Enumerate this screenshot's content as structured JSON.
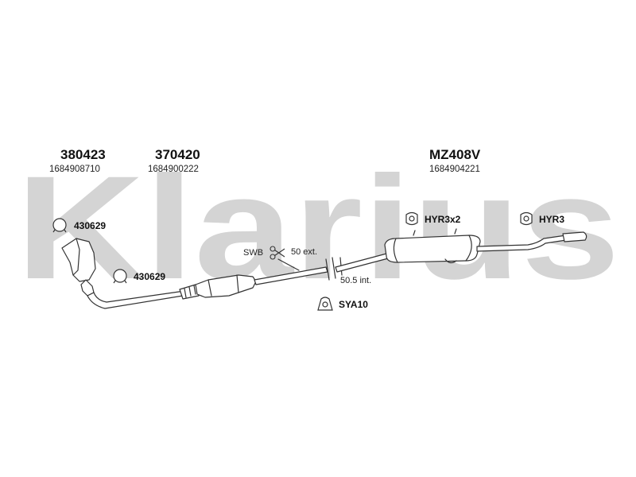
{
  "watermark": {
    "text": "Klarius",
    "color": "#d4d4d4"
  },
  "parts": [
    {
      "number": "380423",
      "oe": "1684908710"
    },
    {
      "number": "370420",
      "oe": "1684900222"
    },
    {
      "number": "MZ408V",
      "oe": "1684904221"
    }
  ],
  "fittings": {
    "clamp_a": "430629",
    "clamp_b": "430629",
    "hanger_a": "HYR3x2",
    "hanger_b": "HYR3",
    "mount": "SYA10"
  },
  "notes": {
    "swb": "SWB",
    "cut_ext": "50 ext.",
    "cut_int": "50.5 int."
  },
  "icons": {
    "clamp": "clamp-ring-icon",
    "hanger": "rubber-hanger-icon",
    "mount": "mounting-bracket-icon",
    "cut": "scissors-icon"
  },
  "colors": {
    "line": "#333333",
    "fill": "#ffffff"
  }
}
